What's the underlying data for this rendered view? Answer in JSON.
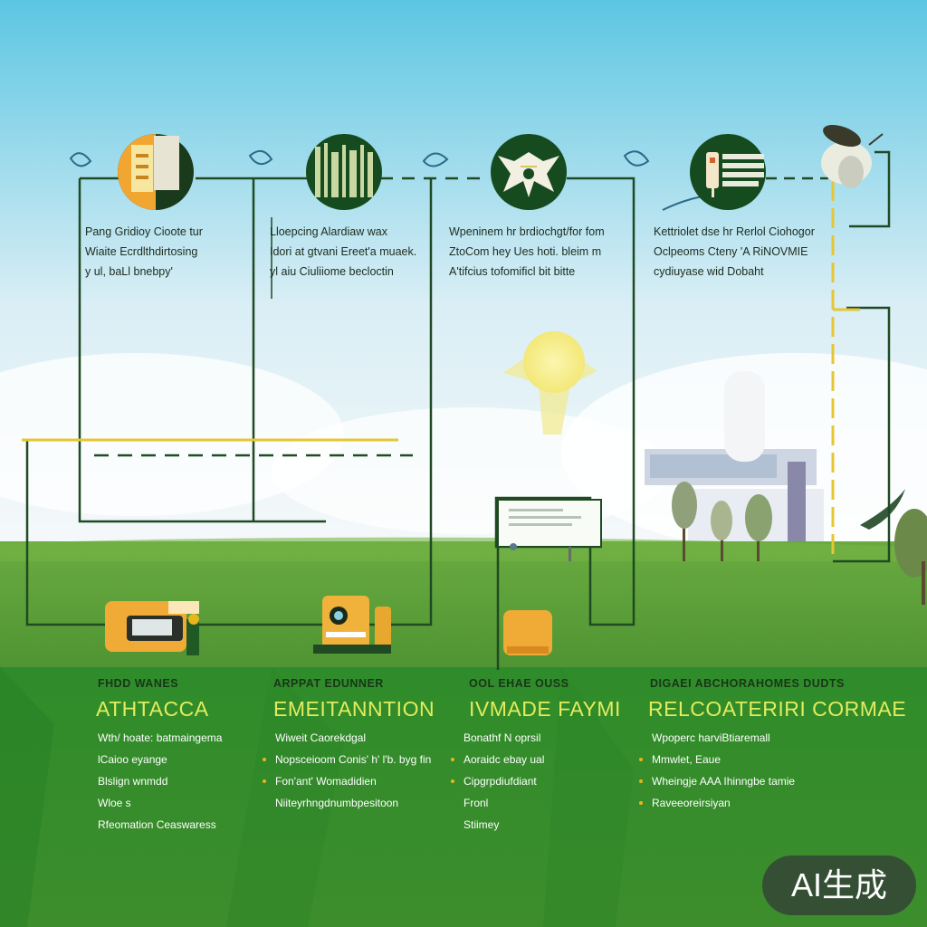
{
  "colors": {
    "sky_top": "#5cc6e2",
    "sky_bottom": "#f4f8fa",
    "grass": "#5b9e3a",
    "panel": "#2e8a2a",
    "line_dark": "#1f4a23",
    "line_yellow": "#e6c632",
    "accent_yellow": "#f0b23a",
    "icon_circle": "#154b1f",
    "title_text": "#e3ec5e"
  },
  "stages": [
    {
      "icon": "ruler-panel-icon",
      "lines": [
        "Pang Gridioy  Cioote tur",
        "Wiaite Ecrdlthdirtosing",
        "y ul, baLl bnebpy'"
      ]
    },
    {
      "icon": "bar-code-icon",
      "lines": [
        "Lloepcing Alardiaw wax",
        "Idori at gtvani Ereet'a muaek.",
        "yl aiu Ciuliiome becloctin"
      ]
    },
    {
      "icon": "eagle-emblem-icon",
      "lines": [
        "Wpeninem hr brdiochgt/for fom",
        "ZtoCom hey Ues hoti. bleim m",
        "A'tifcius tofomificl bit bitte"
      ]
    },
    {
      "icon": "control-rack-icon",
      "lines": [
        "Kettriolet dse hr Rerlol Ciohogor",
        "Oclpeoms Cteny 'A RiNOVMIE",
        "cydiuyase wid Dobaht"
      ]
    }
  ],
  "panels": [
    {
      "subtitle": "FHDD WANES",
      "title": "ATHTACCA",
      "items": [
        {
          "text": "Wth/ hoate: batmaingema",
          "bullet": false
        },
        {
          "text": "lCaioo eyange",
          "bullet": false
        },
        {
          "text": "Blslign wnmdd",
          "bullet": false
        },
        {
          "text": "Wloe s",
          "bullet": false
        },
        {
          "text": "Rfeomation Ceaswaress",
          "bullet": false
        }
      ]
    },
    {
      "subtitle": "ARPPAT EDUNNER",
      "title": "EMEITANNTION",
      "items": [
        {
          "text": "Wiweit Caorekdgal",
          "bullet": false
        },
        {
          "text": "Nopsceioom Conis' h' l'b. byg fin",
          "bullet": true
        },
        {
          "text": "Fon'ant' Womadidien",
          "bullet": true
        },
        {
          "text": "Niiteyrhngdnumbpesitoon",
          "bullet": false
        }
      ]
    },
    {
      "subtitle": "OOL EHAE OUSS",
      "title": "IVMADE FAYMI",
      "items": [
        {
          "text": "Bonathf N oprsil",
          "bullet": false
        },
        {
          "text": "Aoraidc ebay ual",
          "bullet": true
        },
        {
          "text": "Cipgrpdiufdiant",
          "bullet": true
        },
        {
          "text": "Fronl",
          "bullet": false
        },
        {
          "text": "Stiimey",
          "bullet": false
        }
      ]
    },
    {
      "subtitle": "DIGAEI ABCHORAHOMES DUDTS",
      "title": "RELCOATERIRI CORMAE",
      "items": [
        {
          "text": "Wpoperc harviBtiaremall",
          "bullet": false
        },
        {
          "text": "Mmwlet, Eaue",
          "bullet": true
        },
        {
          "text": "Wheingje AAA Ihinngbe tamie",
          "bullet": true
        },
        {
          "text": "Raveeoreirsiyan",
          "bullet": true
        }
      ]
    }
  ],
  "badge": {
    "label": "AI生成"
  }
}
